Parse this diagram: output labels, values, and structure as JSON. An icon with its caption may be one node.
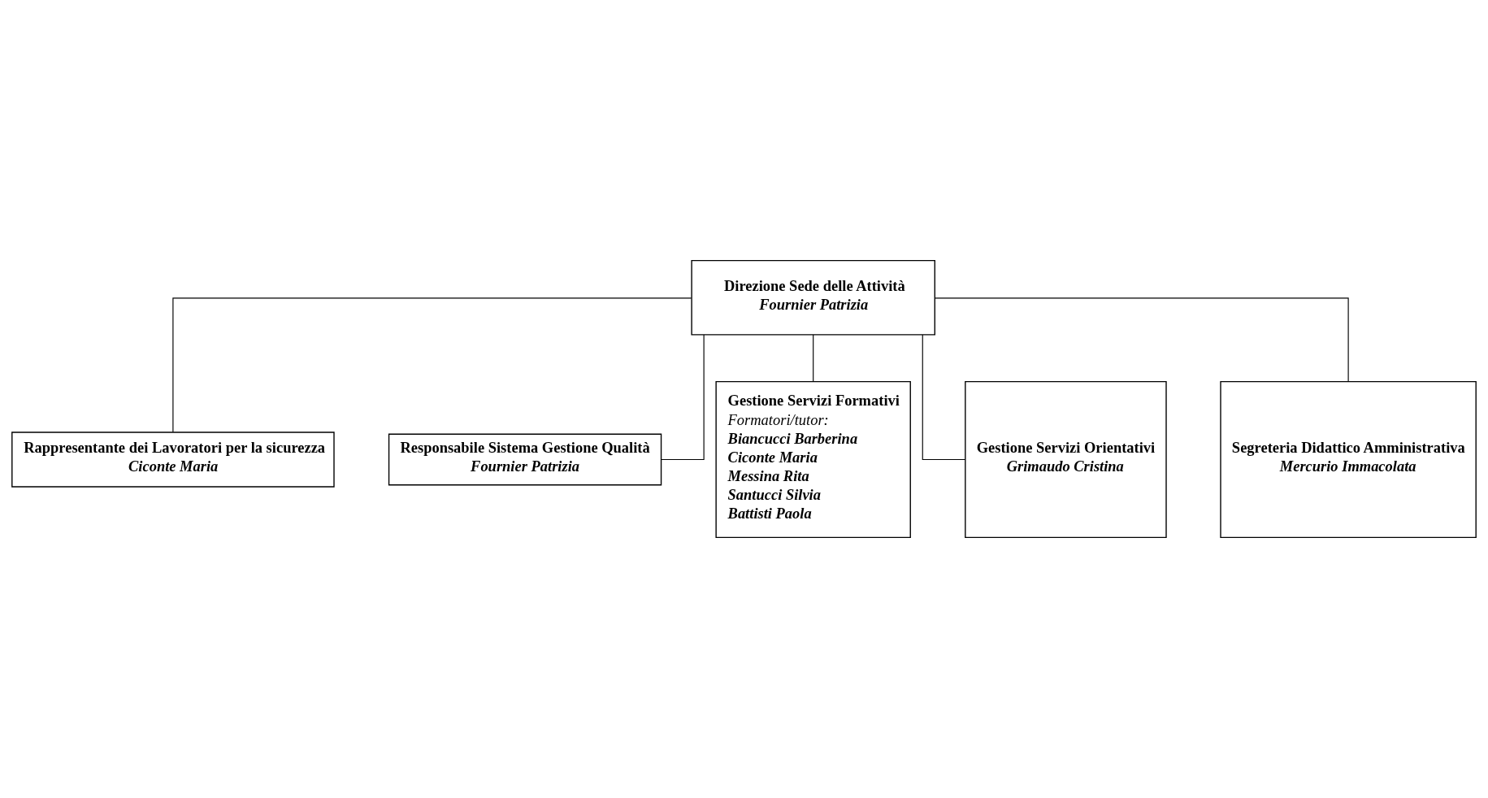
{
  "diagram": {
    "nodes": [
      {
        "text": [
          "Direzione Sede delle Attività",
          "Fournier Patrizia"
        ]
      },
      {
        "text": [
          "Rappresentante dei Lavoratori per la sicurezza",
          "Ciconte Maria"
        ]
      },
      {
        "text": [
          "Responsabile Sistema Gestione Qualità",
          "Fournier Patrizia"
        ]
      },
      {
        "text": [
          "Gestione Servizi Formativi",
          "Formatori/tutor:",
          "Biancucci Barberina",
          "Ciconte Maria",
          "Messina Rita",
          "Santucci Silvia",
          "Battisti Paola"
        ]
      },
      {
        "text": [
          "Gestione Servizi Orientativi",
          "Grimaudo Cristina"
        ]
      },
      {
        "text": [
          "Segreteria Didattico Amministrativa",
          "Mercurio Immacolata"
        ]
      }
    ],
    "edges": [
      {
        "from": 0,
        "to": 1,
        "arrow": "none"
      },
      {
        "from": 0,
        "to": 2,
        "arrow": "none"
      },
      {
        "from": 0,
        "to": 3,
        "arrow": "none"
      },
      {
        "from": 0,
        "to": 4,
        "arrow": "none"
      },
      {
        "from": 0,
        "to": 5,
        "arrow": "none"
      }
    ]
  }
}
